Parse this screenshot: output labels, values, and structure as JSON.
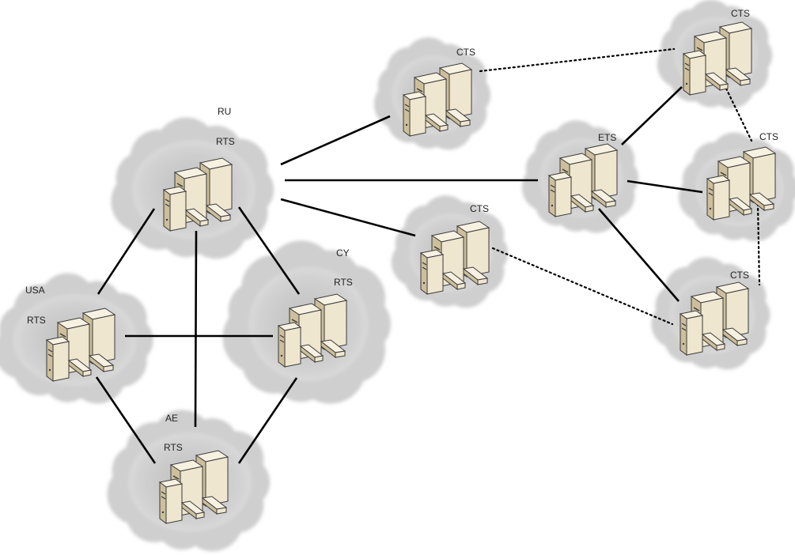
{
  "diagram": {
    "type": "network-topology",
    "colors": {
      "cloud": "#cfcfcf",
      "cloud_core": "#c2c2c2",
      "server_face": "#efe6cf",
      "server_side": "#cdbf9c",
      "server_top": "#f7f1e2",
      "server_outline": "#3a3a3a",
      "link": "#000000",
      "label": "#222222"
    },
    "nodes": [
      {
        "id": "ru",
        "region": "RU",
        "role": "RTS"
      },
      {
        "id": "usa",
        "region": "USA",
        "role": "RTS"
      },
      {
        "id": "cy",
        "region": "CY",
        "role": "RTS"
      },
      {
        "id": "ae",
        "region": "AE",
        "role": "RTS"
      },
      {
        "id": "cts-top",
        "region": "",
        "role": "CTS"
      },
      {
        "id": "cts-mid",
        "region": "",
        "role": "CTS"
      },
      {
        "id": "ets",
        "region": "",
        "role": "ETS"
      },
      {
        "id": "cts-far-top",
        "region": "",
        "role": "CTS"
      },
      {
        "id": "cts-far-mid",
        "region": "",
        "role": "CTS"
      },
      {
        "id": "cts-far-bot",
        "region": "",
        "role": "CTS"
      }
    ],
    "links": [
      {
        "from": "ru",
        "to": "usa",
        "style": "solid"
      },
      {
        "from": "ru",
        "to": "cy",
        "style": "solid"
      },
      {
        "from": "ru",
        "to": "ae",
        "style": "solid"
      },
      {
        "from": "usa",
        "to": "cy",
        "style": "solid"
      },
      {
        "from": "usa",
        "to": "ae",
        "style": "solid"
      },
      {
        "from": "cy",
        "to": "ae",
        "style": "solid"
      },
      {
        "from": "ru",
        "to": "cts-top",
        "style": "solid"
      },
      {
        "from": "ru",
        "to": "ets",
        "style": "solid"
      },
      {
        "from": "ru",
        "to": "cts-mid",
        "style": "solid"
      },
      {
        "from": "ets",
        "to": "cts-far-top",
        "style": "solid"
      },
      {
        "from": "ets",
        "to": "cts-far-mid",
        "style": "solid"
      },
      {
        "from": "ets",
        "to": "cts-far-bot",
        "style": "solid"
      },
      {
        "from": "cts-top",
        "to": "cts-far-top",
        "style": "dotted"
      },
      {
        "from": "cts-far-top",
        "to": "cts-far-mid",
        "style": "dotted"
      },
      {
        "from": "cts-far-mid",
        "to": "cts-far-bot",
        "style": "dotted"
      },
      {
        "from": "cts-mid",
        "to": "cts-far-bot",
        "style": "dotted"
      }
    ]
  }
}
